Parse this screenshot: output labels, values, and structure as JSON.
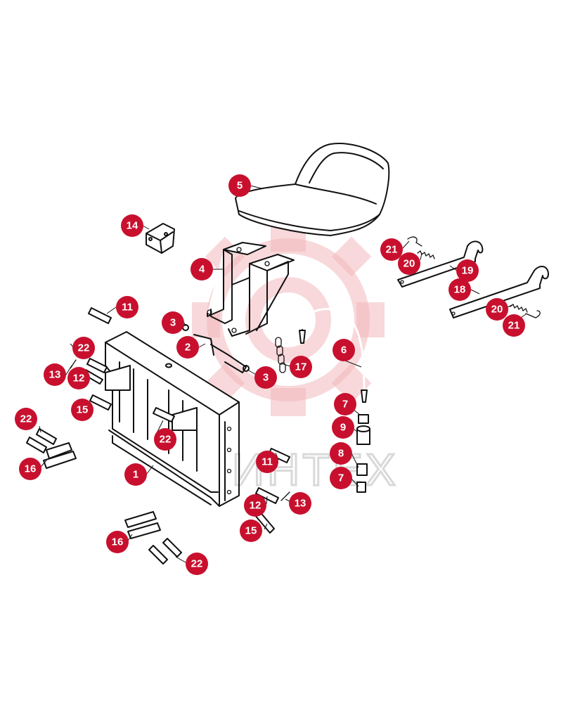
{
  "watermark": {
    "brand_text": "ИНТЕХ",
    "color": "#f2b8bc"
  },
  "callout_color": "#c8102e",
  "callouts": [
    {
      "id": "c5",
      "label": "5"
    },
    {
      "id": "c14",
      "label": "14"
    },
    {
      "id": "c4",
      "label": "4"
    },
    {
      "id": "c21a",
      "label": "21"
    },
    {
      "id": "c20a",
      "label": "20"
    },
    {
      "id": "c19",
      "label": "19"
    },
    {
      "id": "c18",
      "label": "18"
    },
    {
      "id": "c20b",
      "label": "20"
    },
    {
      "id": "c21b",
      "label": "21"
    },
    {
      "id": "c11a",
      "label": "11"
    },
    {
      "id": "c3a",
      "label": "3"
    },
    {
      "id": "c2",
      "label": "2"
    },
    {
      "id": "c22a",
      "label": "22"
    },
    {
      "id": "c13a",
      "label": "13"
    },
    {
      "id": "c12a",
      "label": "12"
    },
    {
      "id": "c17",
      "label": "17"
    },
    {
      "id": "c3b",
      "label": "3"
    },
    {
      "id": "c6",
      "label": "6"
    },
    {
      "id": "c15a",
      "label": "15"
    },
    {
      "id": "c7a",
      "label": "7"
    },
    {
      "id": "c22b",
      "label": "22"
    },
    {
      "id": "c22c",
      "label": "22"
    },
    {
      "id": "c9",
      "label": "9"
    },
    {
      "id": "c8",
      "label": "8"
    },
    {
      "id": "c16a",
      "label": "16"
    },
    {
      "id": "c11b",
      "label": "11"
    },
    {
      "id": "c1",
      "label": "1"
    },
    {
      "id": "c7b",
      "label": "7"
    },
    {
      "id": "c12b",
      "label": "12"
    },
    {
      "id": "c13b",
      "label": "13"
    },
    {
      "id": "c15b",
      "label": "15"
    },
    {
      "id": "c16b",
      "label": "16"
    },
    {
      "id": "c22d",
      "label": "22"
    }
  ]
}
